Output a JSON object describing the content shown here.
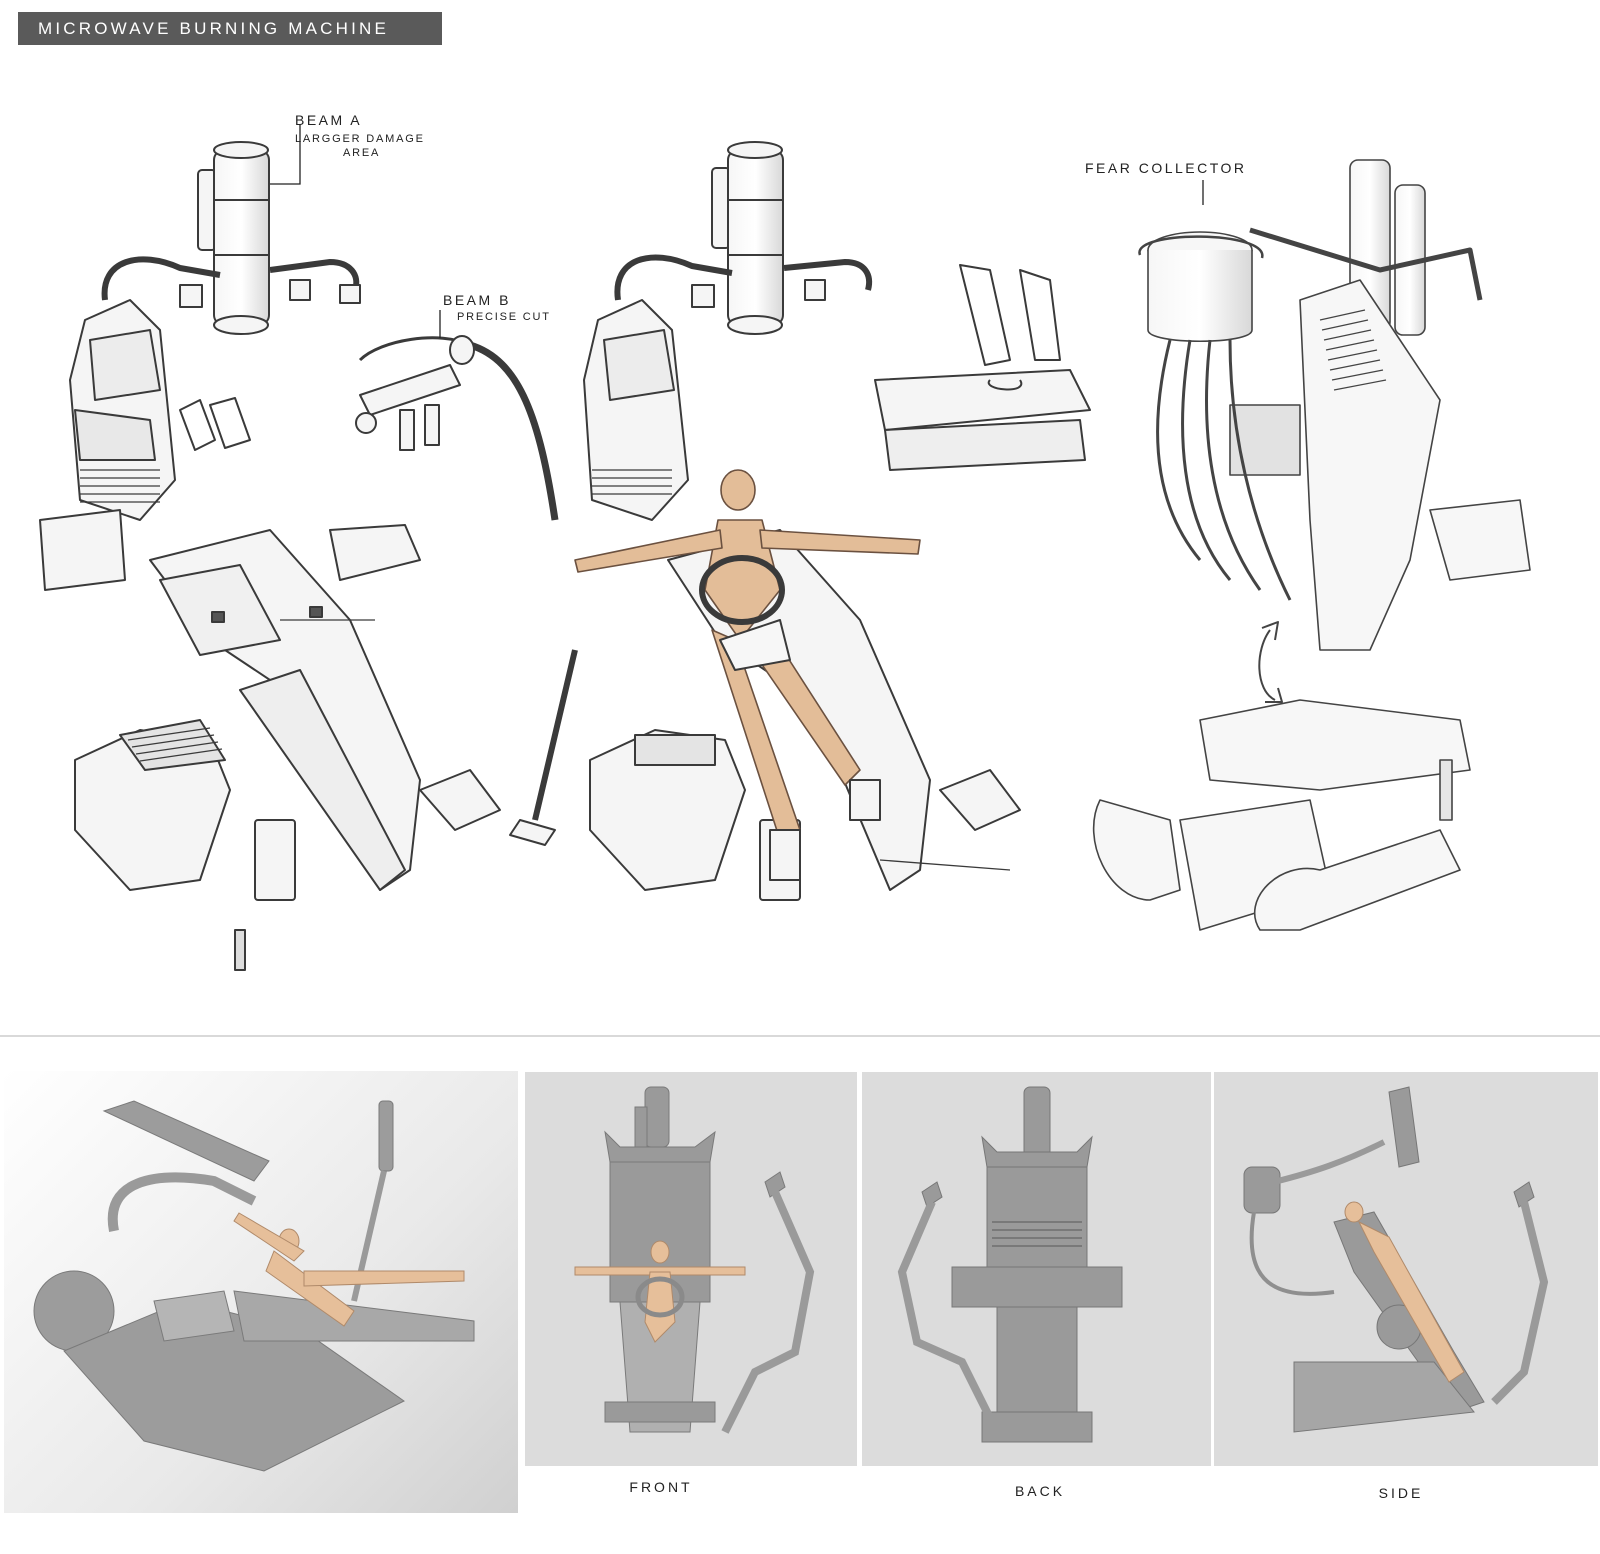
{
  "sheet": {
    "title": "MICROWAVE BURNING MACHINE"
  },
  "callouts": {
    "beam_a": {
      "label": "BEAM A",
      "note_line1": "LARGGER DAMAGE",
      "note_line2": "AREA"
    },
    "beam_b": {
      "label": "BEAM B",
      "note": "PRECISE CUT"
    },
    "fear_collector": {
      "label": "FEAR COLLECTOR"
    }
  },
  "views": {
    "front": "FRONT",
    "back": "BACK",
    "side": "SIDE"
  },
  "colors": {
    "title_bg": "#5a5a5a",
    "line_art": "#3a3a3a",
    "skin": "#e3bd98",
    "render_gray": "#9a9a9a",
    "panel_bg": "#dedede"
  }
}
